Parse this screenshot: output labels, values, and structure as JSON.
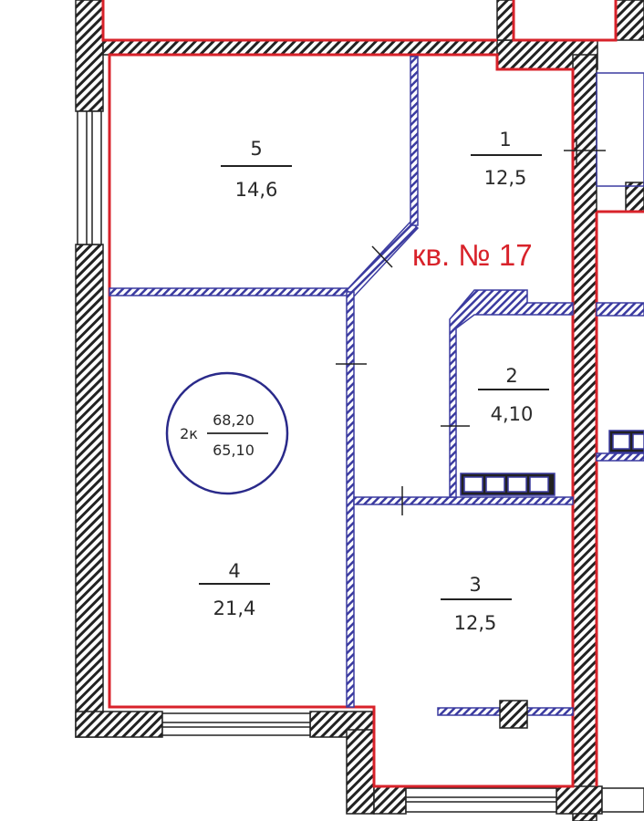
{
  "apartment": {
    "title": "кв. № 17",
    "summary": {
      "rooms": "2к",
      "total_area": "68,20",
      "living_area": "65,10"
    }
  },
  "rooms": [
    {
      "number": "5",
      "area": "14,6"
    },
    {
      "number": "1",
      "area": "12,5"
    },
    {
      "number": "2",
      "area": "4,10"
    },
    {
      "number": "4",
      "area": "21,4"
    },
    {
      "number": "3",
      "area": "12,5"
    }
  ],
  "colors": {
    "exterior_outline": "#d8222a",
    "partition": "#3b3ba0",
    "hatch": "#222222",
    "badge": "#2a2a8a"
  }
}
